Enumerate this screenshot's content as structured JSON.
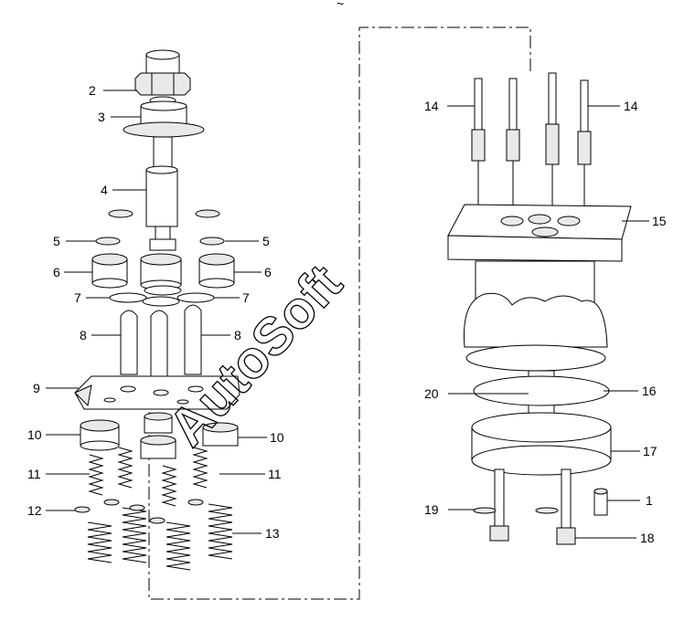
{
  "watermark": "AutoSoft",
  "top_mark": "~",
  "callouts": [
    {
      "id": "c2",
      "text": "2"
    },
    {
      "id": "c3",
      "text": "3"
    },
    {
      "id": "c4",
      "text": "4"
    },
    {
      "id": "c5a",
      "text": "5"
    },
    {
      "id": "c5b",
      "text": "5"
    },
    {
      "id": "c6a",
      "text": "6"
    },
    {
      "id": "c6b",
      "text": "6"
    },
    {
      "id": "c7a",
      "text": "7"
    },
    {
      "id": "c7b",
      "text": "7"
    },
    {
      "id": "c8a",
      "text": "8"
    },
    {
      "id": "c8b",
      "text": "8"
    },
    {
      "id": "c9",
      "text": "9"
    },
    {
      "id": "c10a",
      "text": "10"
    },
    {
      "id": "c10b",
      "text": "10"
    },
    {
      "id": "c11a",
      "text": "11"
    },
    {
      "id": "c11b",
      "text": "11"
    },
    {
      "id": "c12",
      "text": "12"
    },
    {
      "id": "c13",
      "text": "13"
    },
    {
      "id": "c14a",
      "text": "14"
    },
    {
      "id": "c14b",
      "text": "14"
    },
    {
      "id": "c15",
      "text": "15"
    },
    {
      "id": "c16",
      "text": "16"
    },
    {
      "id": "c17",
      "text": "17"
    },
    {
      "id": "c1",
      "text": "1"
    },
    {
      "id": "c18",
      "text": "18"
    },
    {
      "id": "c19",
      "text": "19"
    },
    {
      "id": "c20",
      "text": "20"
    }
  ]
}
